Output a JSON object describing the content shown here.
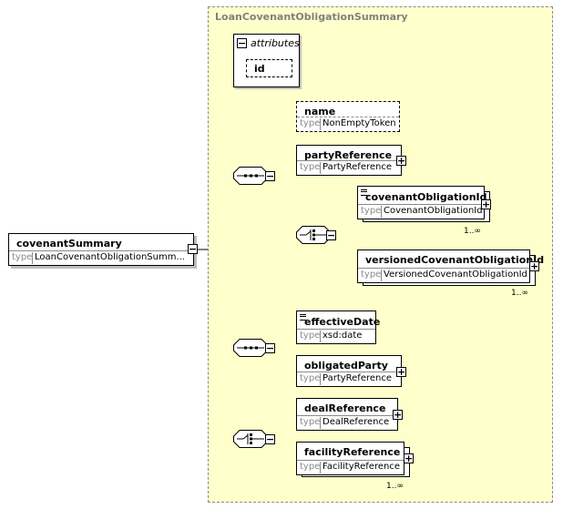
{
  "type_container": {
    "title": "LoanCovenantObligationSummary"
  },
  "root": {
    "name": "covenantSummary",
    "type_label": "type",
    "type_value": "LoanCovenantObligationSumm..."
  },
  "attributes": {
    "title": "attributes",
    "items": [
      "id"
    ]
  },
  "elements": {
    "name": {
      "name": "name",
      "type_label": "type",
      "type_value": "NonEmptyToken"
    },
    "partyReference": {
      "name": "partyReference",
      "type_label": "type",
      "type_value": "PartyReference"
    },
    "covenantObligationId": {
      "name": "covenantObligationId",
      "type_label": "type",
      "type_value": "CovenantObligationId",
      "cardinality": "1..∞"
    },
    "versionedCovenantObligationId": {
      "name": "versionedCovenantObligationId",
      "type_label": "type",
      "type_value": "VersionedCovenantObligationId",
      "cardinality": "1..∞"
    },
    "effectiveDate": {
      "name": "effectiveDate",
      "type_label": "type",
      "type_value": "xsd:date"
    },
    "obligatedParty": {
      "name": "obligatedParty",
      "type_label": "type",
      "type_value": "PartyReference"
    },
    "dealReference": {
      "name": "dealReference",
      "type_label": "type",
      "type_value": "DealReference"
    },
    "facilityReference": {
      "name": "facilityReference",
      "type_label": "type",
      "type_value": "FacilityReference",
      "cardinality": "1..∞"
    }
  },
  "icons": {
    "expand": "+",
    "collapse": "−"
  },
  "compositors": [
    "sequence",
    "choice",
    "sequence",
    "choice"
  ]
}
